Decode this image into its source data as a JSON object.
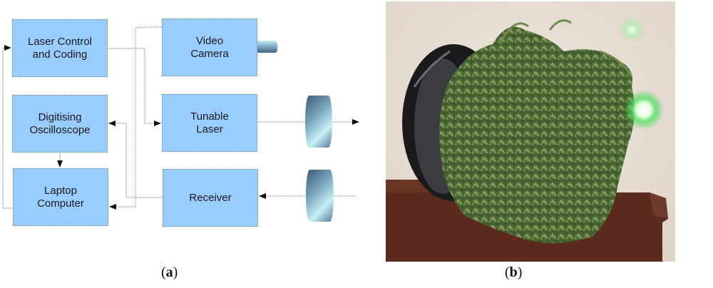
{
  "panel_a": {
    "caption_open": "(",
    "caption_letter": "a",
    "caption_close": ")",
    "blocks": {
      "laser_control": "Laser Control\nand Coding",
      "video_camera": "Video\nCamera",
      "oscilloscope": "Digitising\nOscilloscope",
      "tunable_laser": "Tunable\nLaser",
      "laptop": "Laptop\nComputer",
      "receiver": "Receiver"
    },
    "colors": {
      "block_fill": "#99ccff",
      "wire": "#7a7a7a"
    }
  },
  "panel_b": {
    "caption_open": "(",
    "caption_letter": "b",
    "caption_close": ")",
    "photo_description": "Potted conifer shrub lying on a brown box with a green laser spot on the foliage"
  }
}
